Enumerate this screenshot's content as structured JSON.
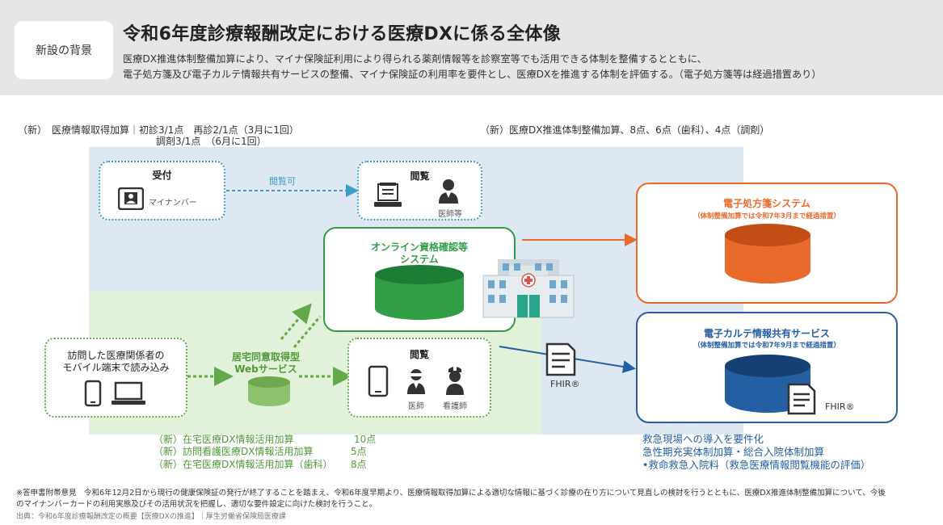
{
  "header": {
    "tag": "新設の背景",
    "title": "令和6年度診療報酬改定における医療DXに係る全体像",
    "desc_1": "医療DX推進体制整備加算により、マイナ保険証利用により得られる薬剤情報等を診察室等でも活用できる体制を整備するとともに、",
    "desc_2": "電子処方箋及び電子カルテ情報共有サービスの整備、マイナ保険証の利用率を要件とし、医療DXを推進する体制を評価する。（電子処方箋等は経過措置あり）"
  },
  "labels": {
    "left_1": "（新）　医療情報取得加算｜初診3/1点　再診2/1点（3月に1回）",
    "left_2": "調剤3/1点　（6月に1回）",
    "right": "（新）医療DX推進体制整備加算、8点、6点（歯科）、4点（調剤）"
  },
  "reception": {
    "title": "受付",
    "device": "マイナンバー"
  },
  "arrow_label": "閲覧可",
  "view_top": {
    "title": "閲覧",
    "person": "医師等"
  },
  "online_system": {
    "title_1": "オンライン資格確認等",
    "title_2": "システム"
  },
  "erx_system": {
    "title": "電子処方箋システム",
    "sub": "（体制整備加算では令和7年3月まで経過措置）"
  },
  "ehr_system": {
    "title": "電子カルテ情報共有サービス",
    "sub": "（体制整備加算では令和7年9月まで経過措置）",
    "fhir": "FHIR®"
  },
  "fhir_doc": "FHIR®",
  "visit": {
    "line_1": "訪問した医療関係者の",
    "line_2": "モバイル端末で読み込み"
  },
  "home_web": {
    "line_1": "居宅同意取得型",
    "line_2": "Webサービス"
  },
  "view_bottom": {
    "title": "閲覧",
    "doctor": "医師",
    "nurse": "看護師"
  },
  "green_list": [
    {
      "name": "（新）在宅医療DX情報活用加算",
      "points": "10点"
    },
    {
      "name": "（新）訪問看護医療DX情報活用加算",
      "points": "5点"
    },
    {
      "name": "（新）在宅医療DX情報活用加算（歯科）",
      "points": "8点"
    }
  ],
  "blue_list": [
    "救急現場への導入を要件化",
    "急性期充実体制加算・総合入院体制加算",
    "•救命救急入院料（救急医療情報閲覧機能の評価）"
  ],
  "footnote_1": "※答申書附帯意見　令和6年12月2日から現行の健康保険証の発行が終了することを踏まえ、令和6年度早期より、医療情報取得加算による適切な情報に基づく診療の在り方について見直しの検討を行うとともに、医療DX推進体制整備加算について、今後",
  "footnote_2": "のマイナンバーカードの利用実態及びその活用状況を把握し、適切な要件設定に向けた検討を行うこと。",
  "source": "出典：令和6年度診療報酬改定の概要【医療DXの推進】｜厚生労働省保険局医療課",
  "colors": {
    "green": "#2f9e44",
    "orange": "#ea6a2c",
    "blue": "#245fa3",
    "dot_blue": "#3e9cc8",
    "dot_green": "#63a94a"
  }
}
